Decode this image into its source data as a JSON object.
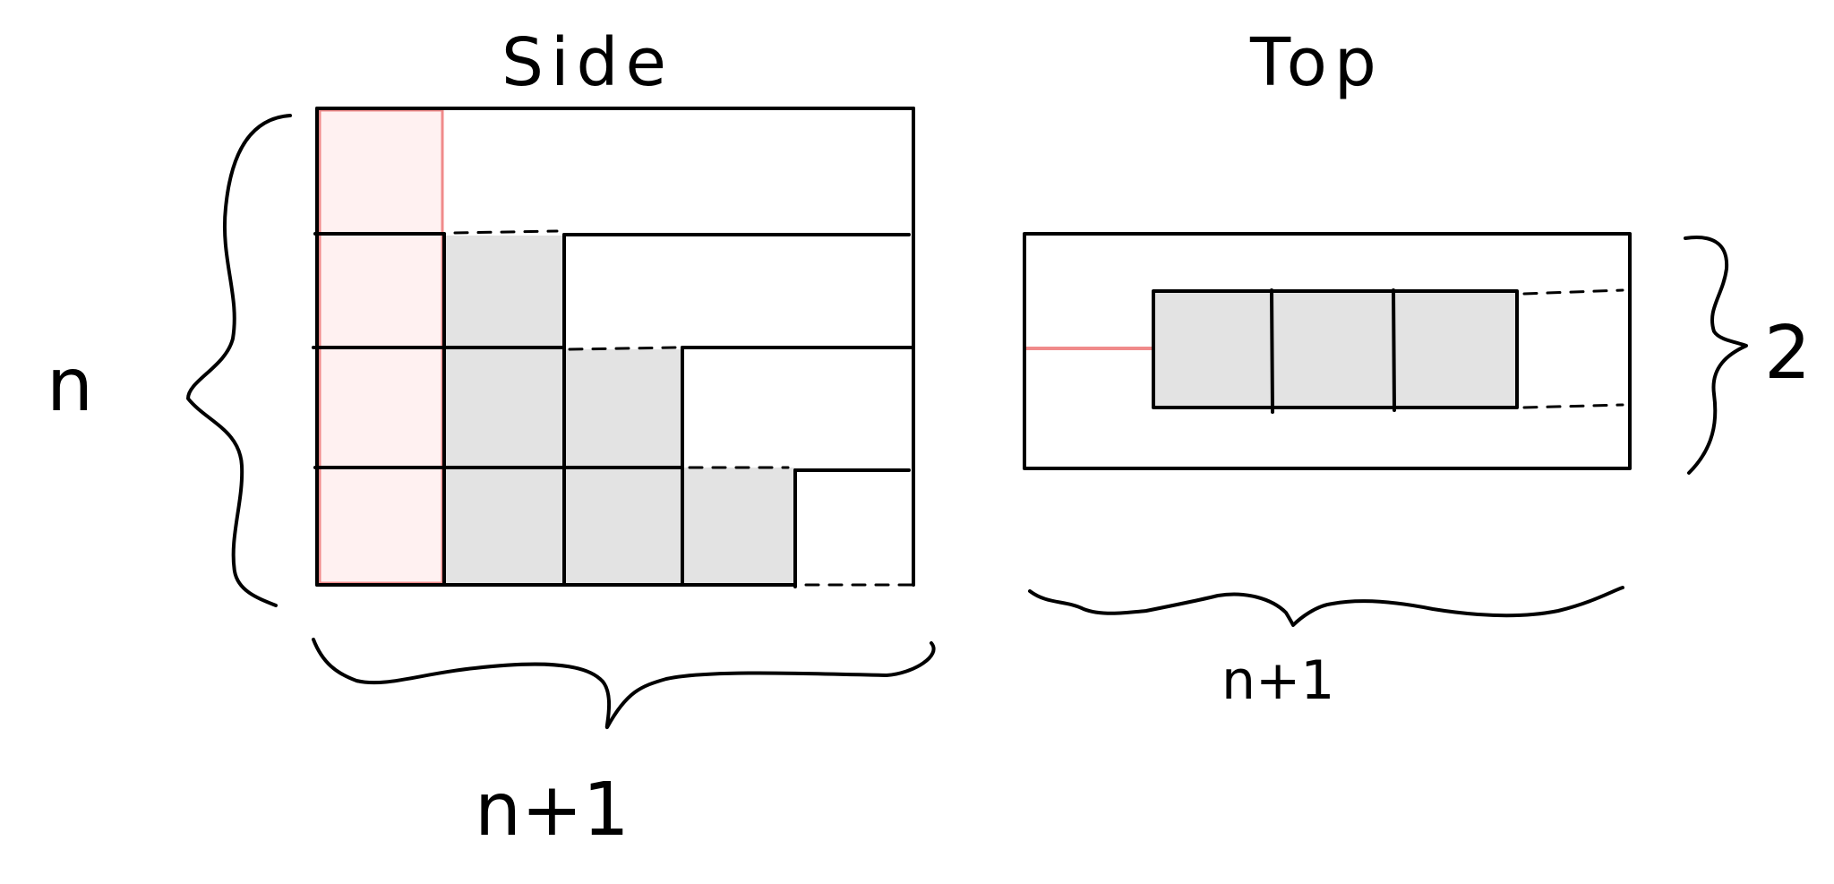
{
  "side": {
    "title": "Side",
    "height_label": "n",
    "width_label": "n+1"
  },
  "top": {
    "title": "Top",
    "depth_label": "2",
    "width_label": "n+1"
  },
  "colors": {
    "highlight": "#f08a8a",
    "highlight_fill": "#fff1f1",
    "filled_block": "#e3e3e3",
    "ink": "#000000"
  }
}
